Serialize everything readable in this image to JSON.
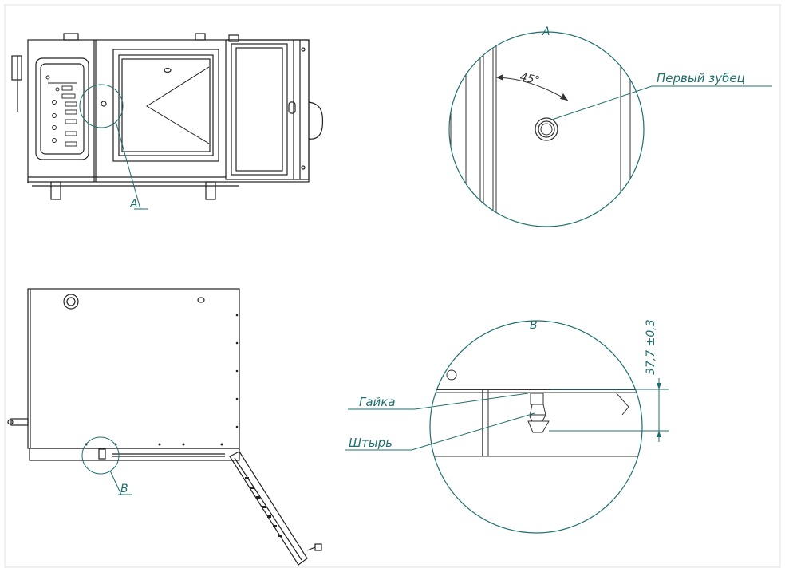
{
  "labels": {
    "view_a_callout": "A",
    "view_a_title": "A",
    "angle": "45°",
    "first_tooth": "Первый зубец",
    "view_b_callout": "B",
    "view_b_title": "B",
    "nut": "Гайка",
    "pin": "Штырь",
    "dimension": "37,7 ±0,3"
  },
  "colors": {
    "background": "#ffffff",
    "frame": "#e6e6e6",
    "line": "#222222",
    "teal": "#1f6f6f"
  }
}
